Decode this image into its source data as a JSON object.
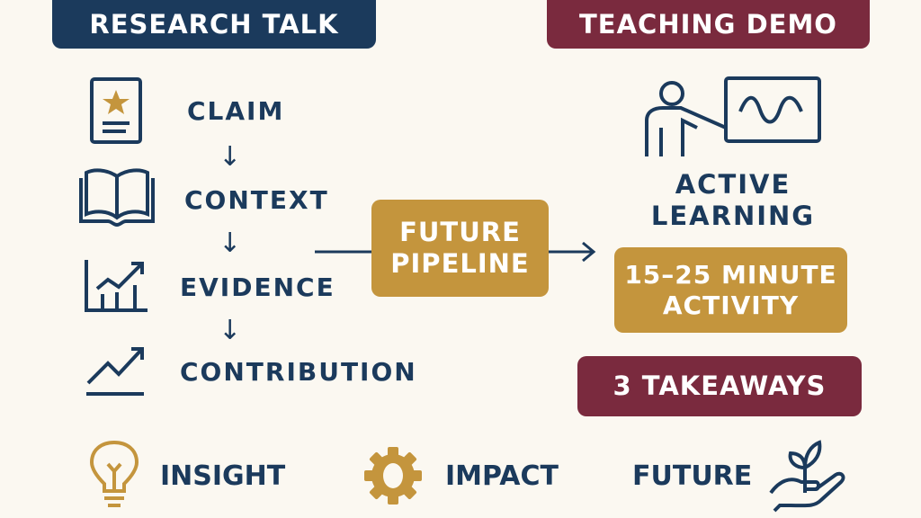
{
  "colors": {
    "navy": "#1b3a5c",
    "gold": "#c4953d",
    "maroon": "#7a2a3e",
    "background": "#fbf8f1"
  },
  "headers": {
    "research": "RESEARCH TALK",
    "teaching": "TEACHING DEMO"
  },
  "steps": [
    {
      "label": "CLAIM",
      "icon": "document-star-icon"
    },
    {
      "label": "CONTEXT",
      "icon": "open-book-icon"
    },
    {
      "label": "EVIDENCE",
      "icon": "bar-chart-trend-icon"
    },
    {
      "label": "CONTRIBUTION",
      "icon": "trend-up-icon"
    }
  ],
  "arrow_glyph": "↓",
  "pipeline": {
    "line1": "FUTURE",
    "line2": "PIPELINE"
  },
  "teaching": {
    "active1": "ACTIVE",
    "active2": "LEARNING",
    "activity1": "15–25 MINUTE",
    "activity2": "ACTIVITY",
    "takeaways": "3 TAKEAWAYS"
  },
  "bottom": [
    {
      "label": "INSIGHT",
      "icon": "lightbulb-icon"
    },
    {
      "label": "IMPACT",
      "icon": "gear-icon"
    },
    {
      "label": "FUTURE",
      "icon": "hand-plant-icon"
    }
  ]
}
